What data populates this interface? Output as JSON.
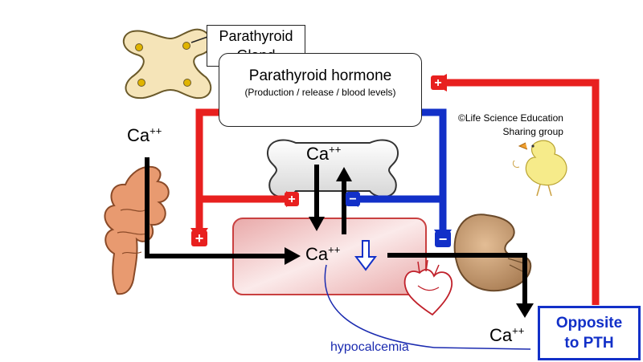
{
  "labels": {
    "gland": "Parathyroid Gland",
    "pth_title": "Parathyroid hormone",
    "pth_subtitle": "(Production / release / blood levels)",
    "copyright_line1": "©Life Science Education",
    "copyright_line2": "Sharing group",
    "ca_base": "Ca",
    "ca_charge": "++",
    "hypocalcemia": "hypocalcemia",
    "opposite_line1": "Opposite",
    "opposite_line2": "to PTH"
  },
  "signs": {
    "positive": "+",
    "negative": "−"
  },
  "colors": {
    "stimulate": "#e8201f",
    "inhibit": "#1230c8",
    "flow": "#000000",
    "blood_pool": "#f2c6c6",
    "bone": "#e8e8e8",
    "gland": "#f5e4b8",
    "kidney": "#c49a6c",
    "intestine": "#e89a70",
    "hypocalcemia_line": "#1b2bb0"
  },
  "icons": [
    "parathyroid-gland-icon",
    "bone-icon",
    "intestine-icon",
    "kidney-icon",
    "heart-icon",
    "chick-doodle-icon"
  ]
}
